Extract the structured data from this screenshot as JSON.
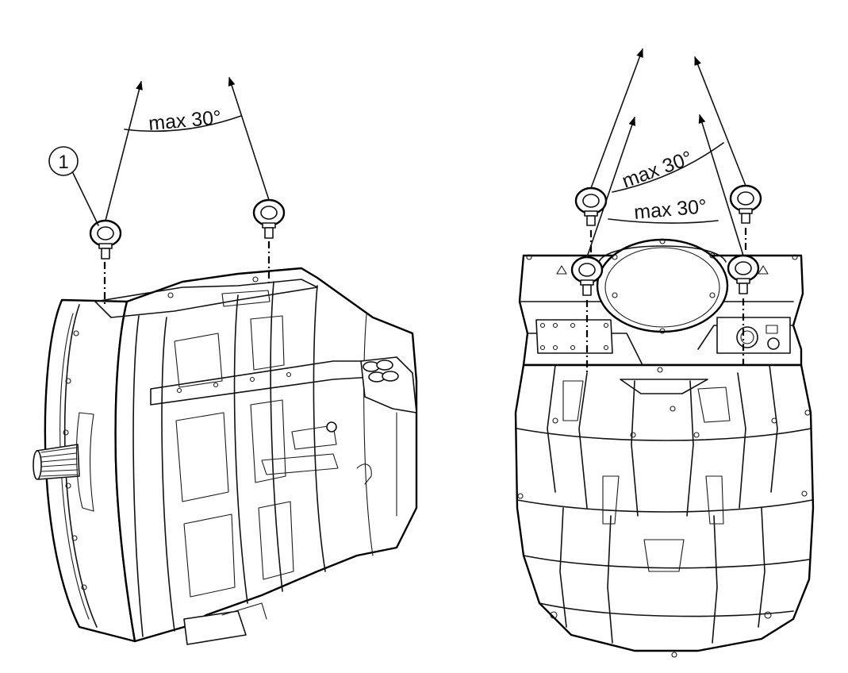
{
  "callout": {
    "number": "1"
  },
  "left_view": {
    "angle_label": "max 30°"
  },
  "right_view": {
    "angle_label_upper": "max 30°",
    "angle_label_lower": "max 30°"
  },
  "colors": {
    "line": "#000000",
    "background": "#ffffff"
  }
}
